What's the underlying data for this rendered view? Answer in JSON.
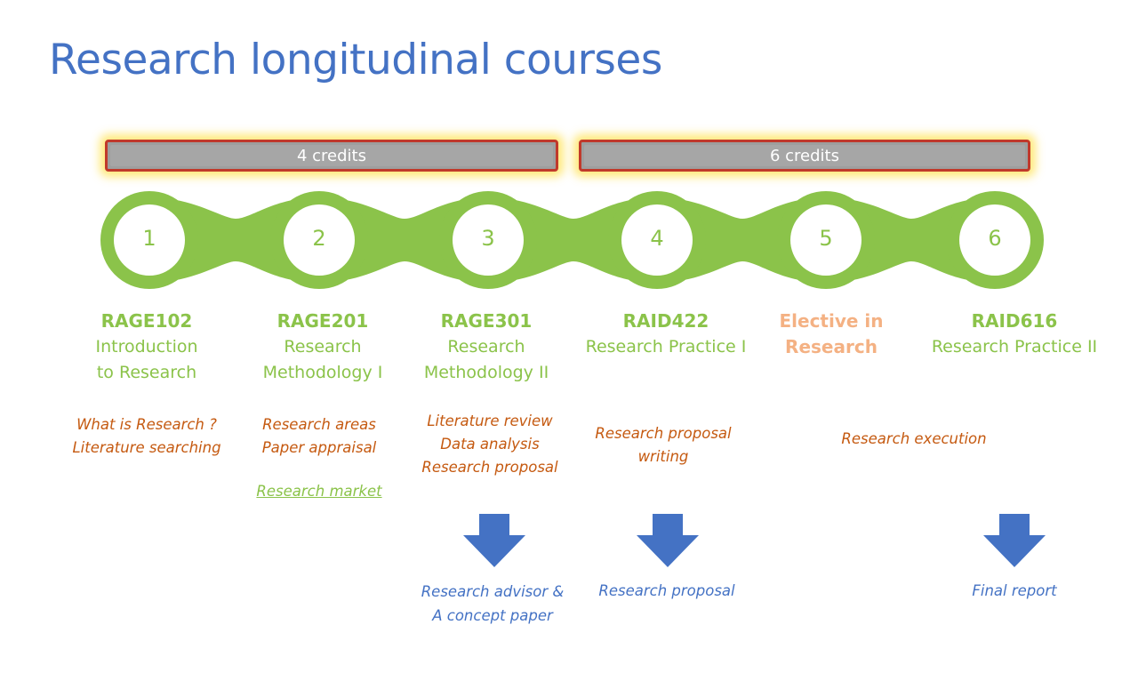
{
  "title": "Research longitudinal courses",
  "credits": [
    {
      "label": "4 credits"
    },
    {
      "label": "6 credits"
    }
  ],
  "steps": [
    "1",
    "2",
    "3",
    "4",
    "5",
    "6"
  ],
  "courses": [
    {
      "code": "RAGE102",
      "name_line1": "Introduction",
      "name_line2": "to Research"
    },
    {
      "code": "RAGE201",
      "name_line1": "Research",
      "name_line2": "Methodology I"
    },
    {
      "code": "RAGE301",
      "name_line1": "Research",
      "name_line2": "Methodology II"
    },
    {
      "code": "RAID422",
      "name_line1": "Research Practice I",
      "name_line2": ""
    },
    {
      "code": "",
      "name_line1": "Elective in",
      "name_line2": "Research"
    },
    {
      "code": "RAID616",
      "name_line1": "Research Practice II",
      "name_line2": ""
    }
  ],
  "topics": {
    "c1": [
      "What is Research ?",
      "Literature searching"
    ],
    "c2": [
      "Research areas",
      "Paper appraisal"
    ],
    "c2_link": "Research market",
    "c3": [
      "Literature review",
      "Data analysis",
      "Research proposal"
    ],
    "c4": [
      "Research proposal",
      "writing"
    ],
    "c56": [
      "Research execution"
    ]
  },
  "outputs": {
    "o3": [
      "Research advisor &",
      "A concept paper"
    ],
    "o4": [
      "Research proposal"
    ],
    "o6": [
      "Final report"
    ]
  },
  "colors": {
    "title": "#4472c4",
    "chain": "#8bc34a",
    "topic": "#c55a11",
    "elective": "#f4b183",
    "arrow": "#4472c4",
    "credit_border": "#c0392b"
  }
}
